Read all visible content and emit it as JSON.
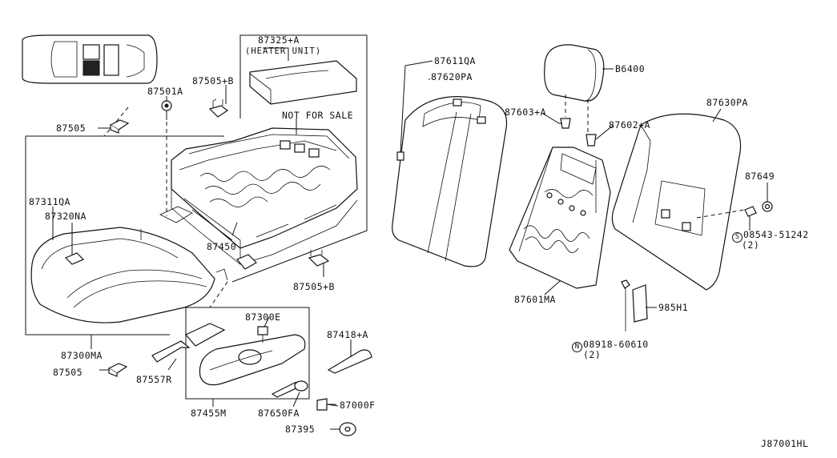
{
  "labels": {
    "p87325": "87325+A",
    "heater_unit": "(HEATER UNIT)",
    "not_for_sale": "NOT FOR SALE",
    "p87505b_top": "87505+B",
    "p87501a": "87501A",
    "p87505_top": "87505",
    "p87311qa": "87311QA",
    "p87320na": "87320NA",
    "p87450": "87450",
    "p87505b_mid": "87505+B",
    "p87300ma": "87300MA",
    "p87505_bot": "87505",
    "p87557r": "87557R",
    "p87300e": "87300E",
    "p87455m": "87455M",
    "p87418a": "87418+A",
    "p87650fa": "87650FA",
    "p87000f": "87000F",
    "p87395": "87395",
    "p87611qa": "87611QA",
    "p87620pa": "87620PA",
    "p86400": "B6400",
    "p87603a": "87603+A",
    "p87602a": "87602+A",
    "p87601ma": "87601MA",
    "p87630pa": "87630PA",
    "p87649": "87649",
    "s_mark": "S",
    "p08543": "08543-51242",
    "qty_08543": "(2)",
    "n_mark": "N",
    "p08918": "08918-60610",
    "qty_08918": "(2)",
    "p985h1": "985H1",
    "diagram_code": "J87001HL"
  }
}
